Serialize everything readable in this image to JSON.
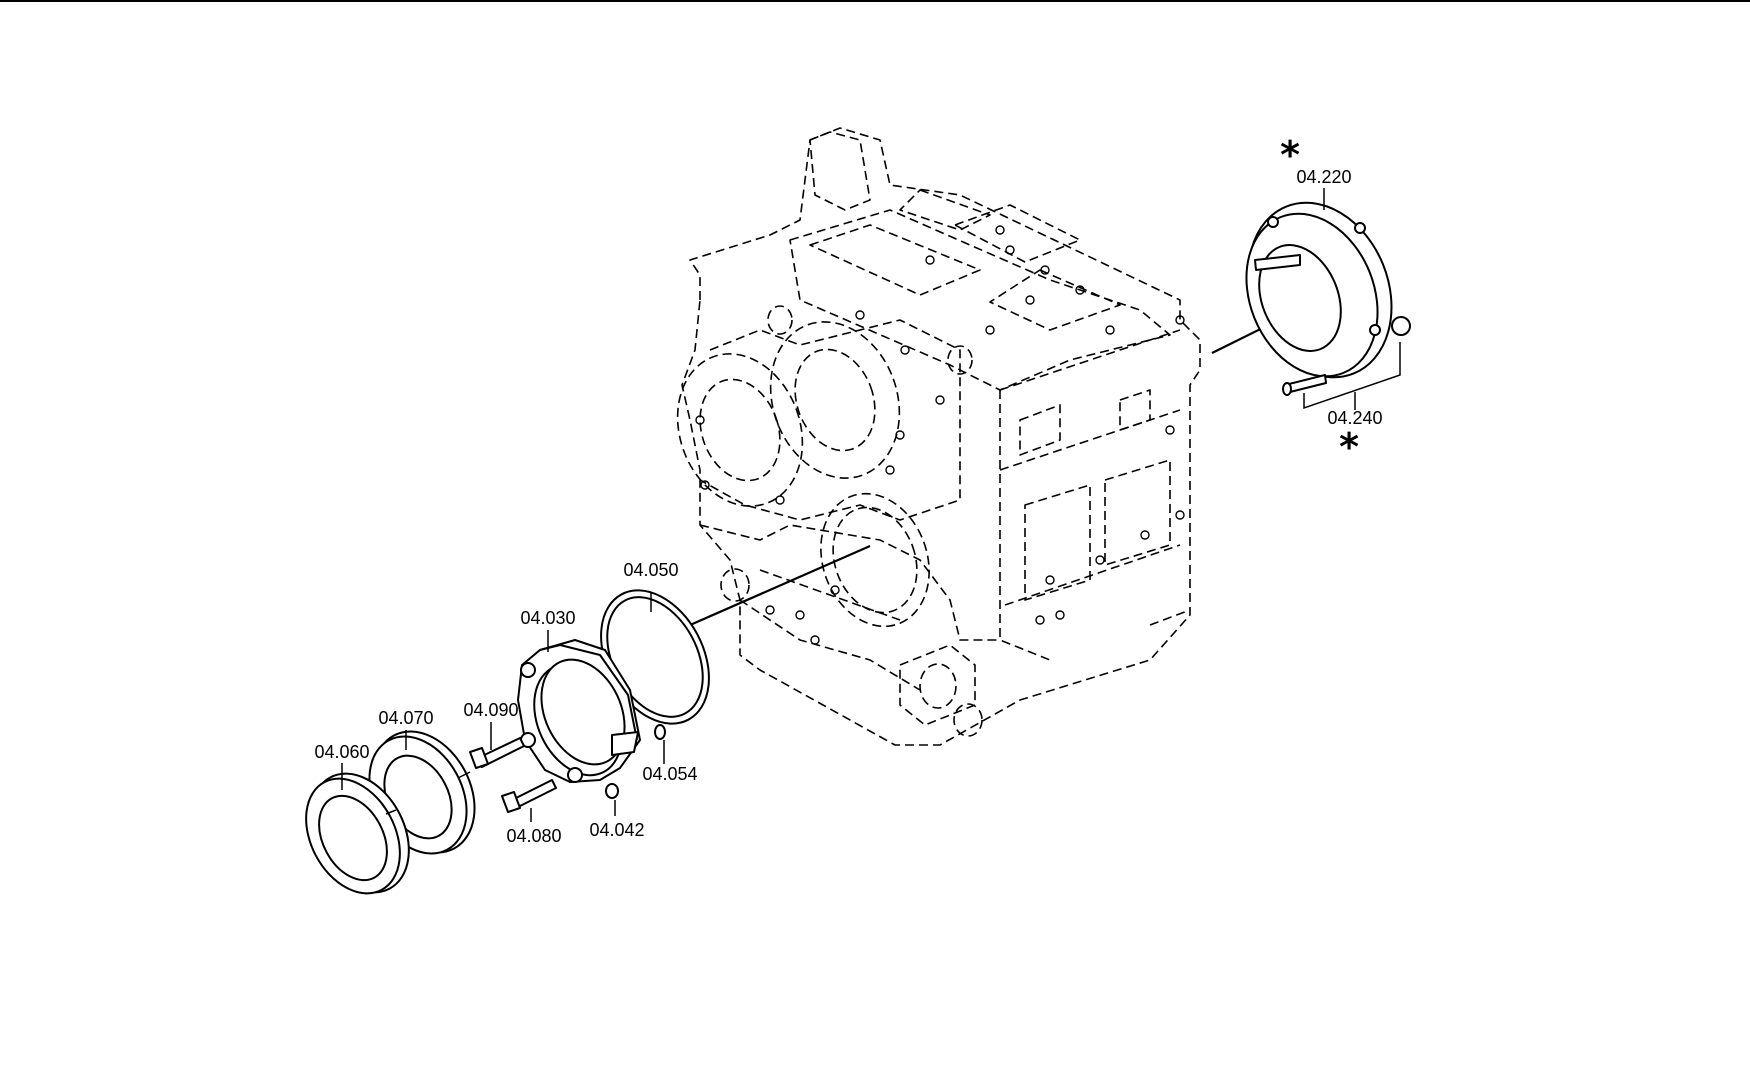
{
  "diagram": {
    "callouts": [
      {
        "id": "04.060",
        "label": "04.060"
      },
      {
        "id": "04.070",
        "label": "04.070"
      },
      {
        "id": "04.090",
        "label": "04.090"
      },
      {
        "id": "04.030",
        "label": "04.030"
      },
      {
        "id": "04.050",
        "label": "04.050"
      },
      {
        "id": "04.054",
        "label": "04.054"
      },
      {
        "id": "04.080",
        "label": "04.080"
      },
      {
        "id": "04.042",
        "label": "04.042"
      },
      {
        "id": "04.220",
        "label": "04.220"
      },
      {
        "id": "04.240",
        "label": "04.240"
      }
    ],
    "markers": {
      "star_220": "*",
      "star_240": "*"
    }
  }
}
